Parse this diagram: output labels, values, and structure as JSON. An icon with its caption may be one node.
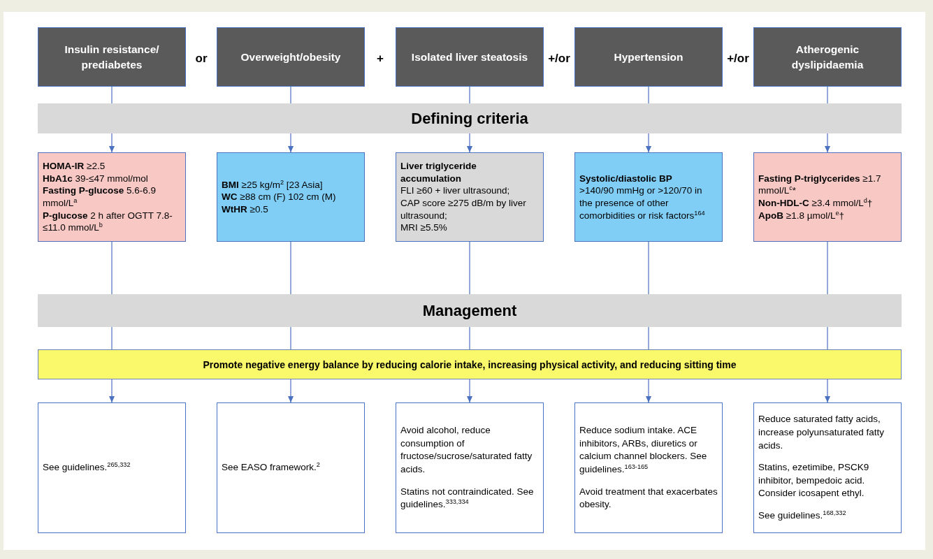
{
  "diagram": {
    "nodes": [
      {
        "text": [
          "Insulin resistance/ prediabetes"
        ]
      },
      {
        "text": [
          "Overweight/obesity"
        ]
      },
      {
        "text": [
          "Isolated liver steatosis"
        ]
      },
      {
        "text": [
          "Hypertension"
        ]
      },
      {
        "text": [
          "Atherogenic dyslipidaemia"
        ]
      },
      {
        "text": [
          "Defining criteria"
        ]
      },
      {
        "text": [
          "**HOMA-IR** ≥2.5",
          "**HbA1c** 39-≤47 mmol/mol",
          "**Fasting P-glucose** 5.6-6.9 mmol/L$^{a}$",
          "**P-glucose** 2 h after OGTT 7.8-≤11.0 mmol/L$^{b}$"
        ]
      },
      {
        "text": [
          "**BMI** ≥25 kg/m$^{2}$ [23 Asia]",
          "**WC** ≥88 cm (F) 102 cm (M)",
          "**WtHR** ≥0.5"
        ]
      },
      {
        "text": [
          "Liver triglyceride accumulation",
          "FLI ≥60 + liver ultrasound;",
          "CAP score ≥275 dB/m by liver ultrasound;",
          "MRI ≥5.5%"
        ]
      },
      {
        "text": [
          "Systolic/diastolic BP",
          ">140/90 mmHg or >120/70 in the presence of other comorbidities or risk factors$^{164}$"
        ]
      },
      {
        "text": [
          "**Fasting P-triglycerides** ≥1.7 mmol/L$^{c}$*",
          "**Non-HDL-C** ≥3.4 mmol/L$^{d}$†",
          "**ApoB** ≥1.8 µmol/L$^{e}$†"
        ]
      },
      {
        "text": [
          "Management"
        ]
      },
      {
        "text": [
          "Promote negative energy balance by reducing calorie intake, increasing physical activity, and reducing sitting time"
        ]
      },
      {
        "text": [
          "See guidelines.$^{265,332}$"
        ]
      },
      {
        "text": [
          "See EASO framework.$^{2}$"
        ]
      },
      {
        "text": [
          "Avoid alcohol, reduce consumption of fructose/sucrose/saturated fatty acids.",
          "Statins not contraindicated. See guidelines.$^{333,334}$"
        ]
      },
      {
        "text": [
          "Reduce sodium intake. ACE inhibitors, ARBs, diuretics or calcium channel blockers. See guidelines.$^{163-165}$",
          "Avoid treatment that exacerbates obesity."
        ]
      },
      {
        "text": [
          "Reduce saturated fatty acids, increase polyunsaturated fatty acids.",
          "Statins, ezetimibe, PSCK9 inhibitor, bempedoic acid. Consider icosapent ethyl.",
          "See guidelines.$^{168,332}$"
        ]
      }
    ],
    "edges": [
      {
        "from": 0,
        "to": 5,
        "arrow": "none"
      },
      {
        "from": 1,
        "to": 5,
        "arrow": "none"
      },
      {
        "from": 2,
        "to": 5,
        "arrow": "none"
      },
      {
        "from": 3,
        "to": 5,
        "arrow": "none"
      },
      {
        "from": 4,
        "to": 5,
        "arrow": "none"
      },
      {
        "from": 5,
        "to": 6,
        "arrow": "to"
      },
      {
        "from": 5,
        "to": 7,
        "arrow": "to"
      },
      {
        "from": 5,
        "to": 8,
        "arrow": "to"
      },
      {
        "from": 5,
        "to": 9,
        "arrow": "to"
      },
      {
        "from": 5,
        "to": 10,
        "arrow": "to"
      },
      {
        "from": 6,
        "to": 11,
        "arrow": "none"
      },
      {
        "from": 7,
        "to": 11,
        "arrow": "none"
      },
      {
        "from": 8,
        "to": 11,
        "arrow": "none"
      },
      {
        "from": 9,
        "to": 11,
        "arrow": "none"
      },
      {
        "from": 10,
        "to": 11,
        "arrow": "none"
      },
      {
        "from": 11,
        "to": 12,
        "arrow": "none"
      },
      {
        "from": 11,
        "to": 12,
        "arrow": "none"
      },
      {
        "from": 11,
        "to": 12,
        "arrow": "none"
      },
      {
        "from": 11,
        "to": 12,
        "arrow": "none"
      },
      {
        "from": 11,
        "to": 12,
        "arrow": "none"
      },
      {
        "from": 12,
        "to": 13,
        "arrow": "to"
      },
      {
        "from": 12,
        "to": 14,
        "arrow": "to"
      },
      {
        "from": 12,
        "to": 15,
        "arrow": "to"
      },
      {
        "from": 12,
        "to": 16,
        "arrow": "to"
      },
      {
        "from": 12,
        "to": 17,
        "arrow": "to"
      }
    ],
    "labels": [
      "or",
      "+",
      "+/or",
      "+/or"
    ]
  }
}
